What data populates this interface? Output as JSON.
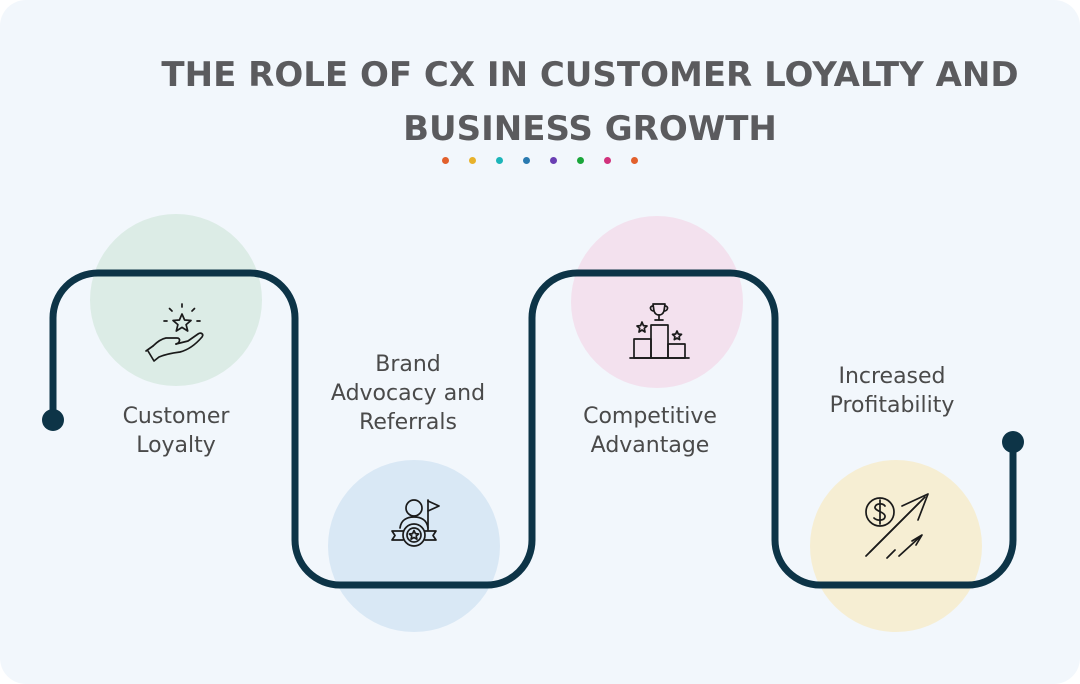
{
  "title": {
    "line1": "THE ROLE OF CX IN CUSTOMER LOYALTY AND",
    "line2": "BUSINESS GROWTH"
  },
  "dot_colors": [
    "#e2602c",
    "#e8b22b",
    "#1cb5b9",
    "#2a7ab0",
    "#6a3fb3",
    "#1aa63a",
    "#d1327c",
    "#e2602c"
  ],
  "colors": {
    "path": "#0d3447",
    "circle_1": "#dcece6",
    "circle_2": "#d9e8f5",
    "circle_3": "#f3e1ee",
    "circle_4": "#f6eed3",
    "icon": "#1a1a1a"
  },
  "steps": [
    {
      "icon": "hand-star-icon",
      "lines": [
        "Customer",
        "Loyalty"
      ]
    },
    {
      "icon": "person-badge-flag-icon",
      "lines": [
        "Brand",
        "Advocacy and",
        "Referrals"
      ]
    },
    {
      "icon": "podium-trophy-icon",
      "lines": [
        "Competitive",
        "Advantage"
      ]
    },
    {
      "icon": "dollar-growth-arrow-icon",
      "lines": [
        "Increased",
        "Profitability"
      ]
    }
  ]
}
